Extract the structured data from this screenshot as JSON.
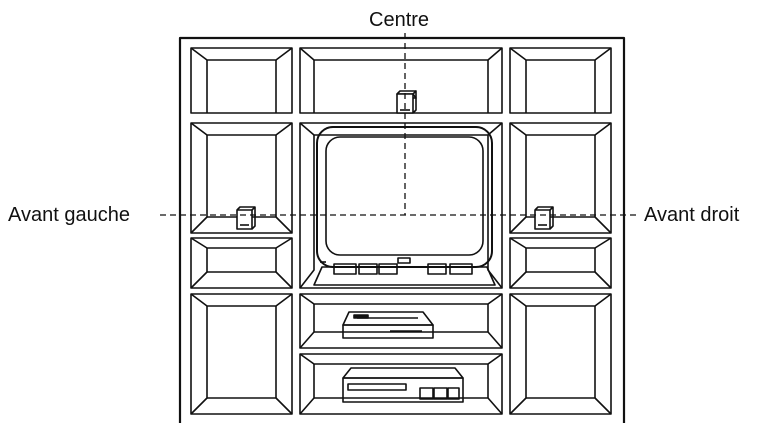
{
  "labels": {
    "centre": "Centre",
    "front_left": "Avant gauche",
    "front_right": "Avant droit"
  },
  "colors": {
    "line": "#111111",
    "background": "#ffffff"
  },
  "components": [
    "wall-unit-shelving",
    "television",
    "center-speaker",
    "front-left-speaker",
    "front-right-speaker",
    "disc-player",
    "vcr"
  ]
}
